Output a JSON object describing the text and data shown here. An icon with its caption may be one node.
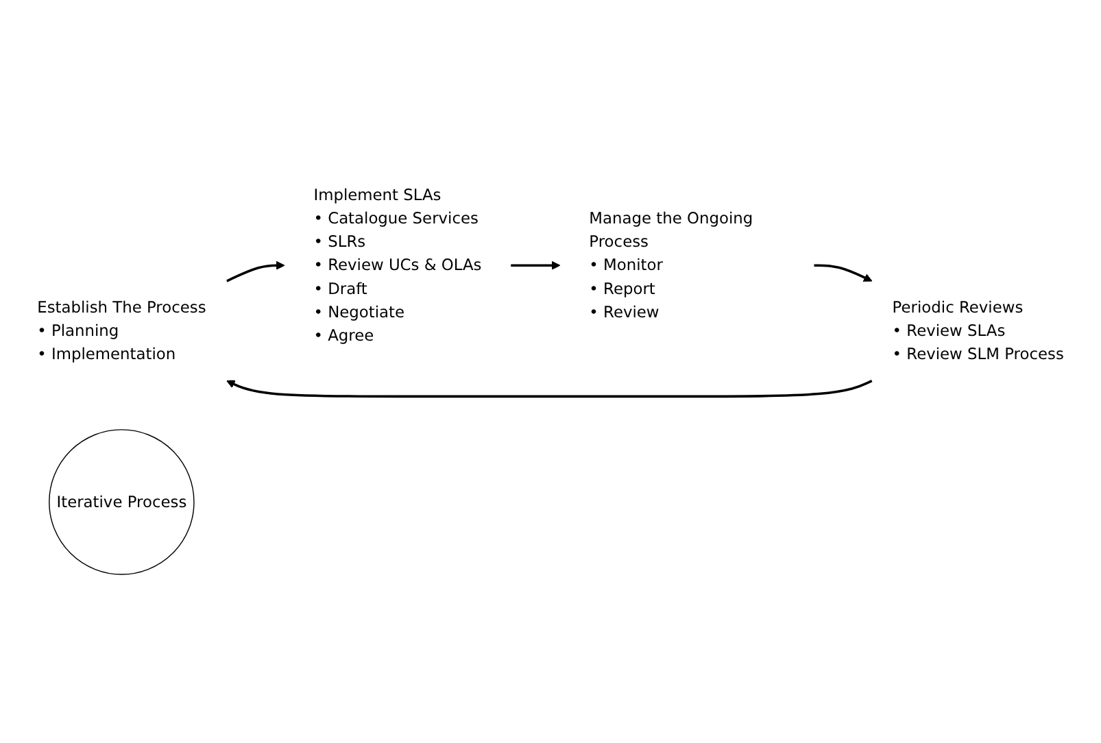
{
  "diagram": {
    "nodes": [
      {
        "text": [
          "Establish The Process",
          "• Planning",
          "• Implementation"
        ]
      },
      {
        "text": [
          "Implement SLAs",
          "• Catalogue Services",
          "• SLRs",
          "• Review UCs & OLAs",
          "• Draft",
          "• Negotiate",
          "• Agree"
        ]
      },
      {
        "text": [
          "Manage the Ongoing Process",
          "• Monitor",
          "• Report",
          "• Review"
        ]
      },
      {
        "text": [
          "Periodic Reviews",
          "• Review SLAs",
          "• Review SLM Process"
        ]
      },
      {
        "text": [
          "Iterative Process"
        ]
      }
    ],
    "edges": [
      {
        "from": 0,
        "to": 1,
        "arrow": "to"
      },
      {
        "from": 1,
        "to": 2,
        "arrow": "to"
      },
      {
        "from": 2,
        "to": 3,
        "arrow": "to"
      },
      {
        "from": 3,
        "to": 0,
        "arrow": "to"
      }
    ]
  }
}
